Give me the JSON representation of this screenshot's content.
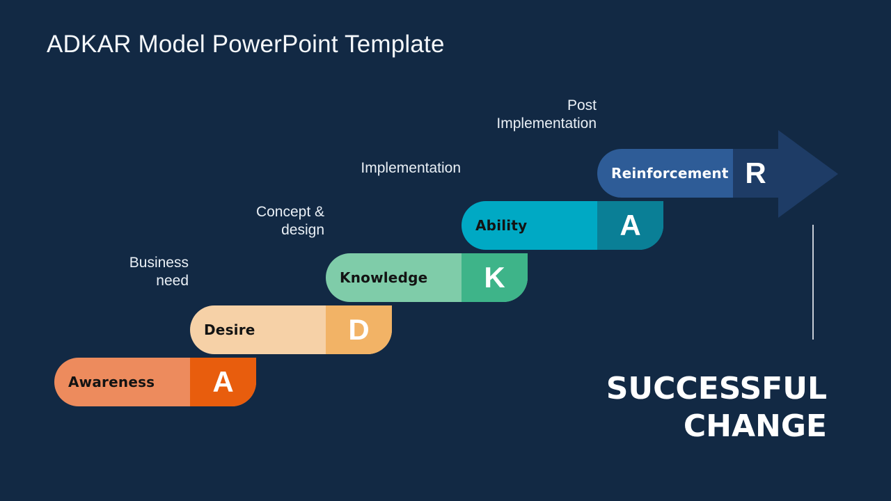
{
  "slide": {
    "title": "ADKAR Model PowerPoint Template",
    "background_color": "#122944",
    "tagline": {
      "line1": "SUCCESSFUL",
      "line2": "CHANGE"
    },
    "divider_color": "#C7CDD6"
  },
  "phase_labels": [
    {
      "line1": "Business",
      "line2": "need"
    },
    {
      "line1": "Concept &",
      "line2": "design"
    },
    {
      "line1": "Implementation",
      "line2": ""
    },
    {
      "line1": "Post",
      "line2": "Implementation"
    }
  ],
  "steps": [
    {
      "name": "Awareness",
      "letter": "A",
      "colors": {
        "label": "#ED8B5D",
        "letter": "#E85D0D",
        "text": "#131313"
      }
    },
    {
      "name": "Desire",
      "letter": "D",
      "colors": {
        "label": "#F6D1A7",
        "letter": "#F2B366",
        "text": "#131313"
      }
    },
    {
      "name": "Knowledge",
      "letter": "K",
      "colors": {
        "label": "#7FCCA9",
        "letter": "#3EB489",
        "text": "#131313"
      }
    },
    {
      "name": "Ability",
      "letter": "A",
      "colors": {
        "label": "#00A9C4",
        "letter": "#0A7F96",
        "text": "#131313"
      }
    },
    {
      "name": "Reinforcement",
      "letter": "R",
      "colors": {
        "label": "#2E5C97",
        "letter": "#1E3C66",
        "text": "#FFFFFF"
      }
    }
  ],
  "arrow": {
    "color": "#1E3C66"
  }
}
